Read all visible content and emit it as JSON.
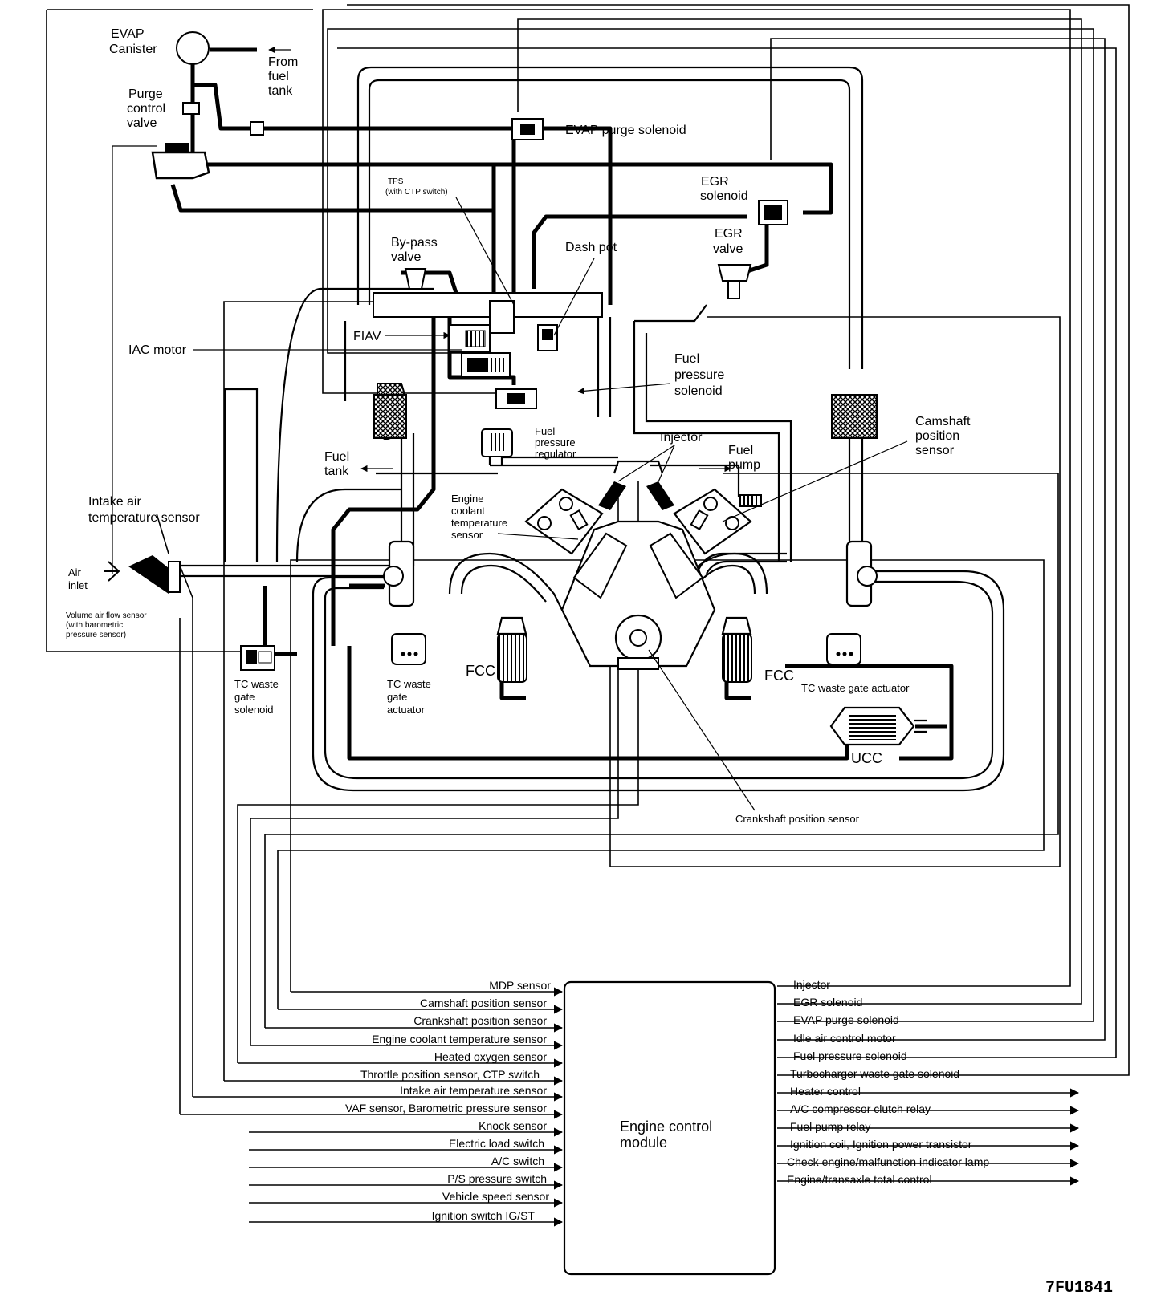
{
  "diagram": {
    "code": "7FU1841",
    "labels": {
      "evap_canister": [
        "EVAP",
        "Canister"
      ],
      "from_fuel_tank": [
        "From",
        "fuel",
        "tank"
      ],
      "purge_control_valve": [
        "Purge",
        "control",
        "valve"
      ],
      "evap_purge_solenoid": "EVAP purge solenoid",
      "tps": [
        "TPS",
        "(with CTP switch)"
      ],
      "egr_solenoid": [
        "EGR",
        "solenoid"
      ],
      "by_pass_valve": [
        "By-pass",
        "valve"
      ],
      "dash_pot": "Dash pot",
      "egr_valve": [
        "EGR",
        "valve"
      ],
      "fiav": "FIAV",
      "iac_motor": "IAC motor",
      "fuel_pressure_solenoid": [
        "Fuel",
        "pressure",
        "solenoid"
      ],
      "fuel_pressure_regulator": [
        "Fuel",
        "pressure",
        "regulator"
      ],
      "injector": "Injector",
      "fuel_pump": [
        "Fuel",
        "pump"
      ],
      "fuel_tank": [
        "Fuel",
        "tank"
      ],
      "camshaft_position_sensor": [
        "Camshaft",
        "position",
        "sensor"
      ],
      "intake_air_temperature_sensor": [
        "Intake air",
        "temperature sensor"
      ],
      "engine_coolant_temperature_sensor": [
        "Engine",
        "coolant",
        "temperature",
        "sensor"
      ],
      "air_inlet": [
        "Air",
        "inlet"
      ],
      "volume_air_flow_sensor": [
        "Volume air flow sensor",
        "(with barometric",
        "pressure sensor)"
      ],
      "tc_waste_gate_solenoid": [
        "TC waste",
        "gate",
        "solenoid"
      ],
      "tc_waste_gate_actuator_left": [
        "TC waste",
        "gate",
        "actuator"
      ],
      "fcc_left": "FCC",
      "fcc_right": "FCC",
      "tc_waste_gate_actuator_right": "TC waste gate actuator",
      "ucc": "UCC",
      "crankshaft_position_sensor": "Crankshaft position sensor",
      "engine_control_module": [
        "Engine control",
        "module"
      ]
    },
    "ecm_inputs": [
      "MDP sensor",
      "Camshaft position sensor",
      "Crankshaft position sensor",
      "Engine coolant temperature sensor",
      "Heated oxygen sensor",
      "Throttle position sensor, CTP switch",
      "Intake air temperature sensor",
      "VAF sensor, Barometric pressure sensor",
      "Knock sensor",
      "Electric load switch",
      "A/C switch",
      "P/S pressure switch",
      "Vehicle speed sensor",
      "Ignition switch IG/ST"
    ],
    "ecm_outputs": [
      "Injector",
      "EGR solenoid",
      "EVAP purge solenoid",
      "Idle air control motor",
      "Fuel pressure solenoid",
      "Turbocharger waste gate solenoid",
      "Heater control",
      "A/C compressor clutch relay",
      "Fuel pump relay",
      "Ignition coil, Ignition power transistor",
      "Check engine/malfunction indicator lamp",
      "Engine/transaxle total control"
    ]
  }
}
